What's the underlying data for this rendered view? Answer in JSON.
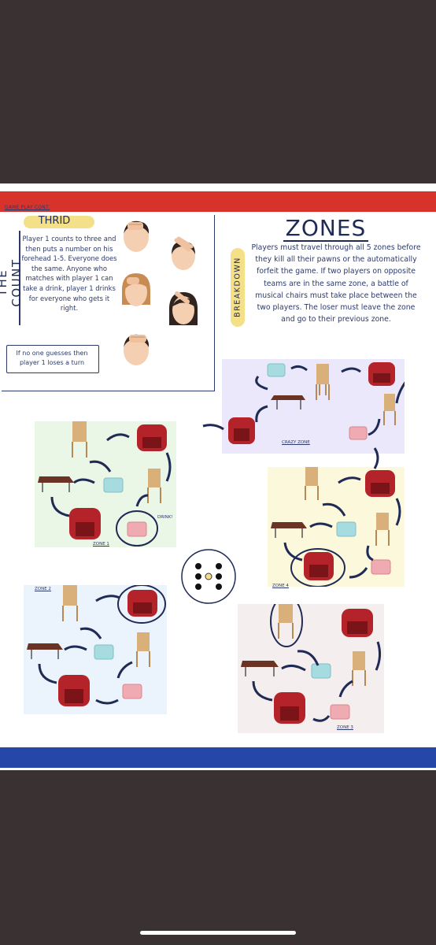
{
  "header": {
    "game_play_label": "GAME PLAY CONT."
  },
  "the_count": {
    "vertical_title": "THE COUNT",
    "subtitle": "THRID",
    "body": "Player 1 counts to three and then puts a number on his forehead 1-5. Everyone does the same. Anyone who matches with player 1 can take a drink, player 1 drinks for everyone who gets it right.",
    "note": "If no one guesses then player 1 loses a turn"
  },
  "zones_section": {
    "title": "ZONES",
    "vertical_label": "BREAKDOWN",
    "body": "Players must travel through all 5 zones before they kill all their pawns or the automatically forfeit the game. If two players on opposite teams are in the same zone, a battle of musical chairs must take place between the two players. The loser must leave the zone and go to their previous zone."
  },
  "zones": [
    {
      "label": "CRAZY ZONE",
      "bg": "#ebe8fb"
    },
    {
      "label": "ZONE 1",
      "bg": "#eaf7e7",
      "annotation": "DRINK!"
    },
    {
      "label": "ZONE 4",
      "bg": "#fbf8dc"
    },
    {
      "label": "ZONE 2",
      "bg": "#ebf3fd"
    },
    {
      "label": "ZONE 3",
      "bg": "#f5eeee"
    }
  ],
  "icons": [
    "armchair-icon",
    "wooden-chair-icon",
    "table-icon",
    "cushion-icon",
    "arrow-icon",
    "die-five-icon"
  ],
  "colors": {
    "top_bar": "#d8332a",
    "bottom_bar": "#2547a8",
    "ink": "#1f2a55",
    "highlight": "#f5e08a",
    "armchair": "#b5232a",
    "wood": "#d9b07a",
    "table": "#6b3324",
    "cushion_blue": "#a6dce0",
    "cushion_pink": "#f0aab2",
    "background": "#3a3232"
  }
}
